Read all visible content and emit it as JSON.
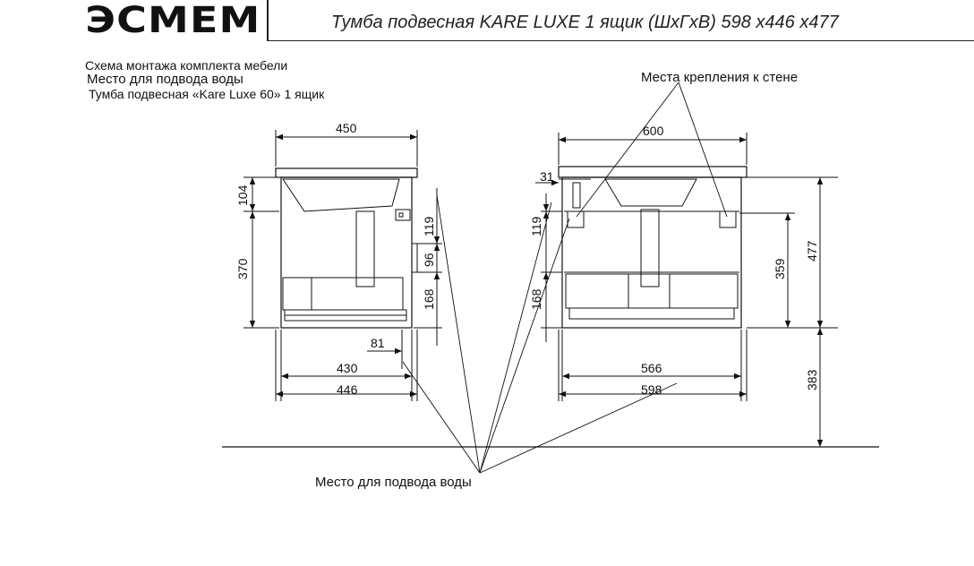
{
  "header": {
    "logo": "ЭСМЕМ",
    "title": "Тумба подвесная KARE LUXE 1 ящик (ШхГхВ) 598 х446 х477"
  },
  "notes": [
    "Схема монтажа комплекта мебели",
    "Место для подвода воды",
    "Тумба подвесная «Kare Luxe 60» 1 ящик"
  ],
  "callouts": {
    "wall_mounts": "Места крепления к стене",
    "water_supply": "Место для подвода воды"
  },
  "side_view": {
    "top_width": "450",
    "height_top": "104",
    "height_body": "370",
    "gap_81": "81",
    "inner_width": "430",
    "depth": "446",
    "water_119": "119",
    "water_96": "96",
    "water_168": "168"
  },
  "front_view": {
    "top_width": "600",
    "edge_31": "31",
    "water_119": "119",
    "water_168": "168",
    "mount_359": "359",
    "height_477": "477",
    "floor_383": "383",
    "inner_width": "566",
    "width": "598"
  }
}
